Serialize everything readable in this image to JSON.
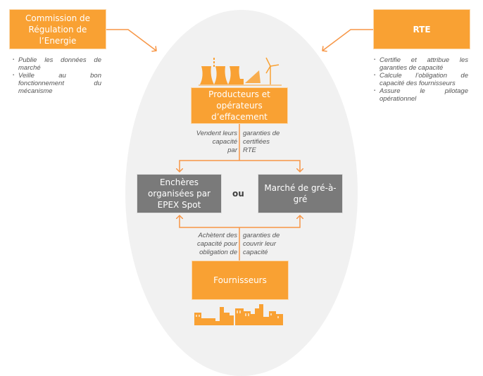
{
  "colors": {
    "orange": "#f9a133",
    "gray_box": "#7a7a7a",
    "ellipse": "#f1f1f1",
    "arrow": "#f79646"
  },
  "actors": {
    "cre": {
      "label": "Commission de\nRégulation de\nl’Energie",
      "bullets": [
        "Publie les données de marché",
        "Veille au bon fonctionnement du mécanisme"
      ]
    },
    "rte": {
      "label": "RTE",
      "bullets": [
        "Certifie et attribue les garanties de capacité",
        "Calcule l’obligation de capacité des fournisseurs",
        "Assure le pilotage opérationnel"
      ]
    }
  },
  "producers": {
    "label": "Producteurs et\nopérateurs\nd’effacement",
    "icon": "power-plant-wind-solar-icon"
  },
  "sell_text": {
    "left": "Vendent leurs\ncapacité\npar",
    "right": "garanties de\ncertifiées\nRTE"
  },
  "markets": {
    "auction": "Enchères\norganisées par\nEPEX Spot",
    "separator": "ou",
    "otc": "Marché de gré-à-\ngré"
  },
  "buy_text": {
    "left": "Achètent des\ncapacité  pour\nobligation de",
    "right": "garanties  de\ncouvrir leur\ncapacité"
  },
  "suppliers": {
    "label": "Fournisseurs",
    "icon": "city-skyline-icon"
  }
}
